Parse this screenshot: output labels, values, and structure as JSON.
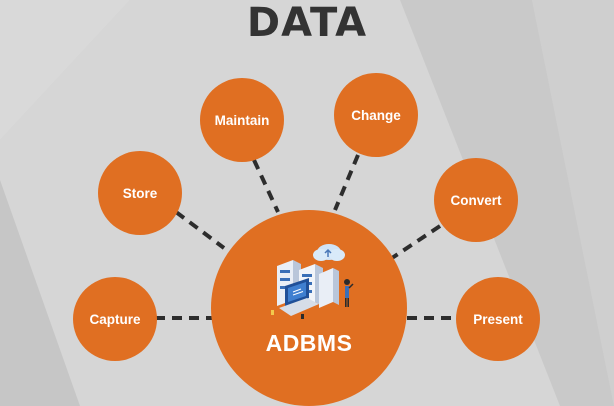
{
  "title": "DATA",
  "center": {
    "label": "ADBMS",
    "icon": "database-server-illustration"
  },
  "nodes": {
    "capture": "Capture",
    "store": "Store",
    "maintain": "Maintain",
    "change": "Change",
    "convert": "Convert",
    "present": "Present"
  },
  "colors": {
    "node": "#e06f22",
    "connector": "#2d2d2d",
    "title": "#333333",
    "background": "#cfcfcf"
  }
}
